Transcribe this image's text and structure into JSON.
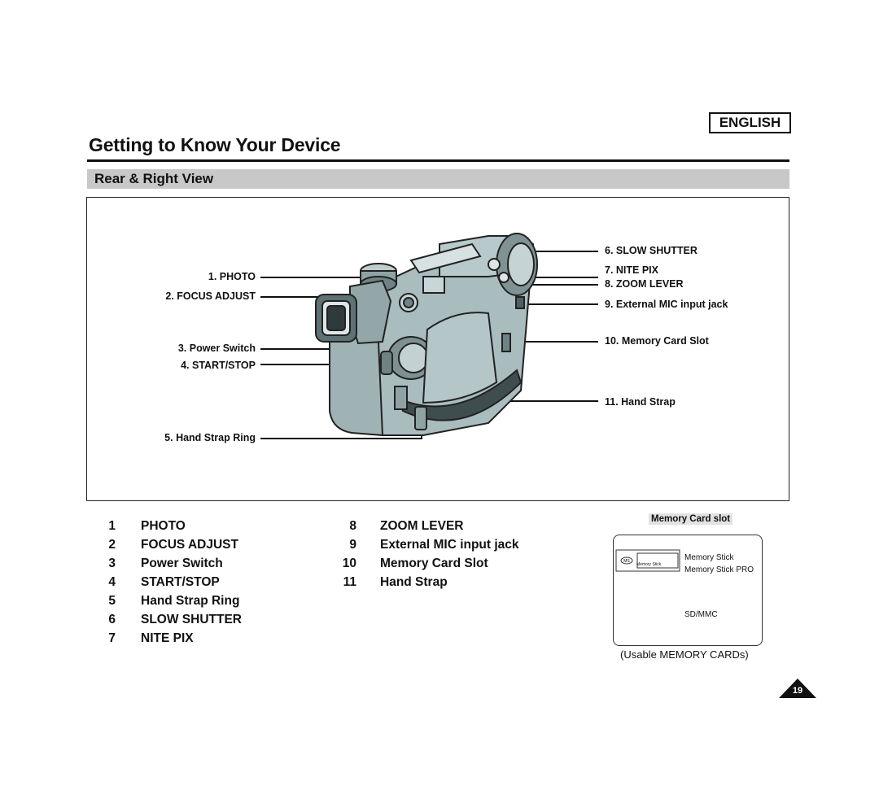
{
  "language_badge": "ENGLISH",
  "page_title": "Getting to Know Your Device",
  "section_title": "Rear & Right View",
  "callouts_left": [
    "1. PHOTO",
    "2. FOCUS ADJUST",
    "3. Power Switch",
    "4. START/STOP",
    "5. Hand Strap Ring"
  ],
  "callouts_right": [
    "6. SLOW SHUTTER",
    "7. NITE PIX",
    "8. ZOOM LEVER",
    "9. External MIC input jack",
    "10. Memory Card Slot",
    "11. Hand Strap"
  ],
  "parts_list_col1": [
    {
      "num": "1",
      "label": "PHOTO"
    },
    {
      "num": "2",
      "label": "FOCUS ADJUST"
    },
    {
      "num": "3",
      "label": "Power Switch"
    },
    {
      "num": "4",
      "label": "START/STOP"
    },
    {
      "num": "5",
      "label": "Hand Strap Ring"
    },
    {
      "num": "6",
      "label": "SLOW SHUTTER"
    },
    {
      "num": "7",
      "label": "NITE PIX"
    }
  ],
  "parts_list_col2": [
    {
      "num": "8",
      "label": "ZOOM LEVER"
    },
    {
      "num": "9",
      "label": "External MIC input jack"
    },
    {
      "num": "10",
      "label": "Memory Card Slot"
    },
    {
      "num": "11",
      "label": "Hand Strap"
    }
  ],
  "memory_card": {
    "title": "Memory Card slot",
    "card_types": [
      "Memory Stick",
      "Memory Stick PRO"
    ],
    "card_label": "Memory Stick",
    "sd_label": "SD/MMC",
    "caption": "(Usable MEMORY CARDs)"
  },
  "page_number": "19",
  "colors": {
    "section_bar": "#c8c8c8",
    "camera_body": "#9fb3b5",
    "camera_dark": "#4e5f61",
    "ink": "#111111"
  }
}
